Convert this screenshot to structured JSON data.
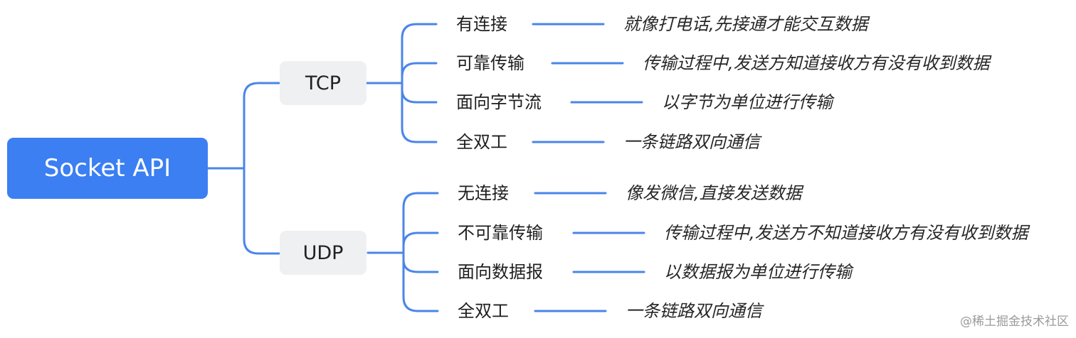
{
  "root": {
    "label": "Socket API"
  },
  "branches": [
    {
      "label": "TCP",
      "items": [
        {
          "label": "有连接",
          "description": "就像打电话,先接通才能交互数据"
        },
        {
          "label": "可靠传输",
          "description": "传输过程中,发送方知道接收方有没有收到数据"
        },
        {
          "label": "面向字节流",
          "description": "以字节为单位进行传输"
        },
        {
          "label": "全双工",
          "description": "一条链路双向通信"
        }
      ]
    },
    {
      "label": "UDP",
      "items": [
        {
          "label": "无连接",
          "description": "像发微信,直接发送数据"
        },
        {
          "label": "不可靠传输",
          "description": "传输过程中,发送方不知道接收方有没有收到数据"
        },
        {
          "label": "面向数据报",
          "description": "以数据报为单位进行传输"
        },
        {
          "label": "全双工",
          "description": "一条链路双向通信"
        }
      ]
    }
  ],
  "watermark": "@稀土掘金技术社区",
  "colors": {
    "connector": "#4a86e8",
    "root_fill": "#3b7ff2",
    "branch_fill": "#eff0f2"
  }
}
